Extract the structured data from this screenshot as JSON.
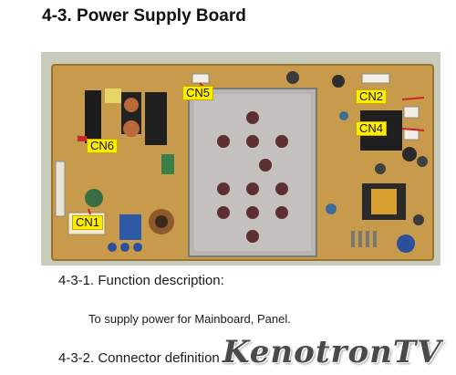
{
  "page": {
    "heading": "4-3. Power Supply Board"
  },
  "board_photo": {
    "connector_labels": {
      "cn1": "CN1",
      "cn2": "CN2",
      "cn4": "CN4",
      "cn5": "CN5",
      "cn6": "CN6"
    },
    "label_color": "#ffee00"
  },
  "sections": {
    "function_heading": "4-3-1. Function description:",
    "function_text": "To supply power for Mainboard, Panel.",
    "connector_heading": "4-3-2. Connector definition"
  },
  "watermark": {
    "text": "KenotronTV"
  }
}
